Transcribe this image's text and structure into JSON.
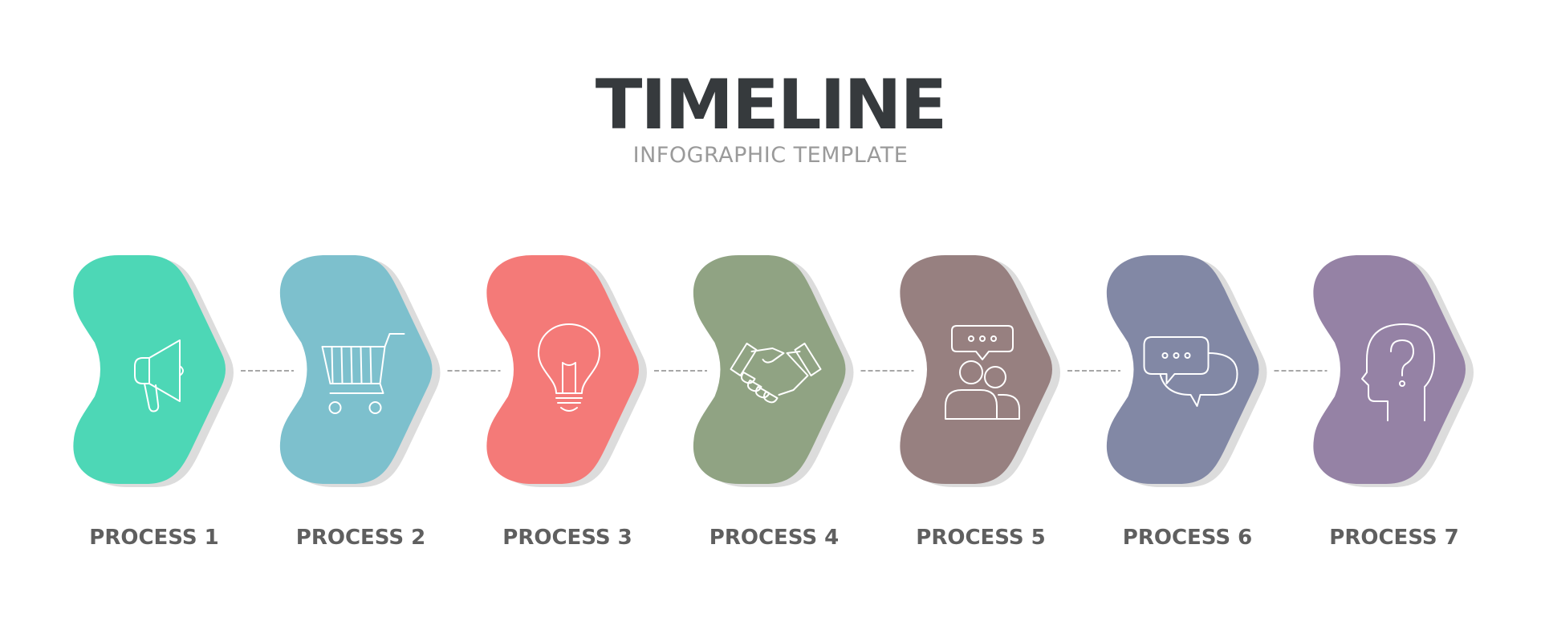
{
  "header": {
    "title": "TIMELINE",
    "subtitle": "INFOGRAPHIC TEMPLATE"
  },
  "steps": [
    {
      "label": "PROCESS 1",
      "color": "#4dd7b6",
      "icon": "megaphone-icon"
    },
    {
      "label": "PROCESS 2",
      "color": "#7dc0cd",
      "icon": "shopping-cart-icon"
    },
    {
      "label": "PROCESS 3",
      "color": "#f47a78",
      "icon": "lightbulb-icon"
    },
    {
      "label": "PROCESS 4",
      "color": "#90a383",
      "icon": "handshake-icon"
    },
    {
      "label": "PROCESS 5",
      "color": "#978080",
      "icon": "team-chat-icon"
    },
    {
      "label": "PROCESS 6",
      "color": "#8288a5",
      "icon": "conversation-icon"
    },
    {
      "label": "PROCESS 7",
      "color": "#9582a5",
      "icon": "head-question-icon"
    }
  ],
  "colors": {
    "title": "#363a3d",
    "subtitle": "#9a9a9a",
    "label": "#5f5f5f",
    "connector": "#8a8a8a",
    "shadow": "#dcdcdc"
  }
}
